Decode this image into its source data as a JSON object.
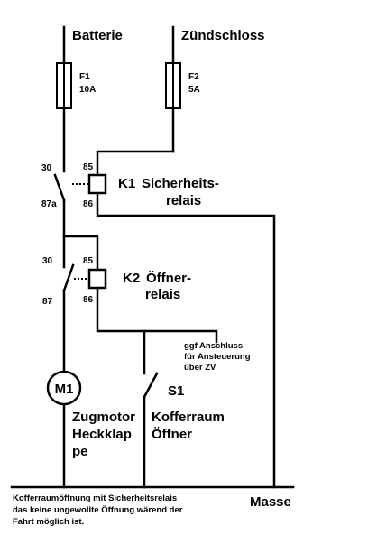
{
  "diagram": {
    "supply": {
      "battery": "Batterie",
      "ignition": "Zündschloss"
    },
    "fuses": [
      {
        "id": "F1",
        "rating": "10A"
      },
      {
        "id": "F2",
        "rating": "5A"
      }
    ],
    "relay_k1": {
      "id": "K1",
      "name_line1": "Sicherheits-",
      "name_line2": "relais",
      "pin_30": "30",
      "pin_87a": "87a",
      "pin_85": "85",
      "pin_86": "86"
    },
    "relay_k2": {
      "id": "K2",
      "name_line1": "Öffner-",
      "name_line2": "relais",
      "pin_30": "30",
      "pin_87": "87",
      "pin_85": "85",
      "pin_86": "86"
    },
    "option_note": {
      "line1": "ggf Anschluss",
      "line2": "für Ansteuerung",
      "line3": "über ZV"
    },
    "switch": {
      "id": "S1",
      "line1": "Kofferraum",
      "line2": "Öffner"
    },
    "motor": {
      "id": "M1",
      "line1": "Zugmotor",
      "line2": "Heckklap",
      "line3": "pe"
    },
    "ground": "Masse",
    "caption": {
      "line1": "Kofferraumöffnung mit Sicherheitsrelais",
      "line2": "das keine ungewollte Öffnung wärend der",
      "line3": "Fahrt möglich ist."
    }
  }
}
